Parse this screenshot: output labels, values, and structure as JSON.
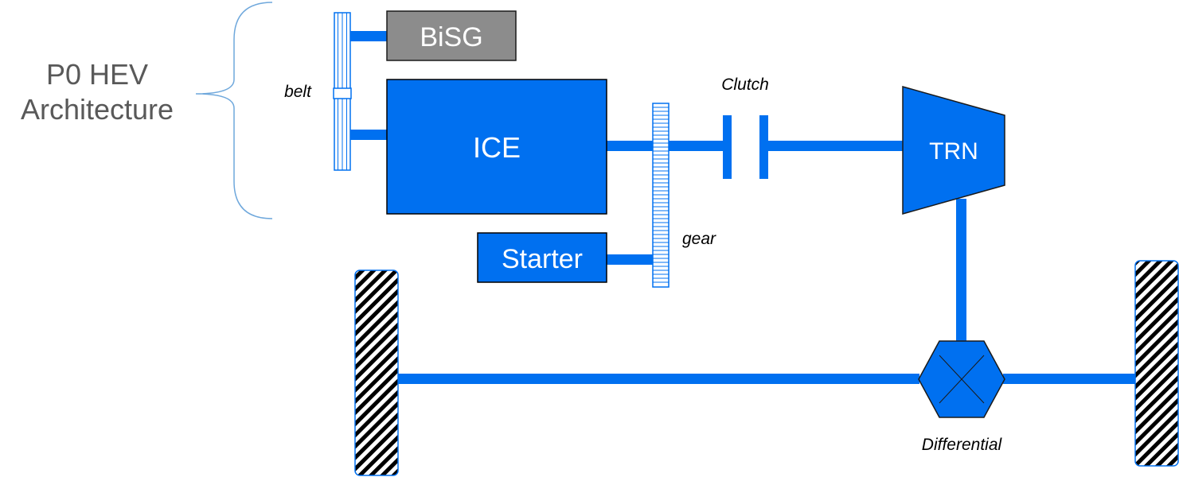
{
  "title": {
    "line1": "P0 HEV",
    "line2": "Architecture"
  },
  "components": {
    "bisg": "BiSG",
    "ice": "ICE",
    "starter": "Starter",
    "transmission": "TRN"
  },
  "captions": {
    "belt": "belt",
    "gear": "gear",
    "clutch": "Clutch",
    "differential": "Differential"
  },
  "colors": {
    "shaft_blue": "#0070f0",
    "box_blue": "#0070f0",
    "bisg_gray": "#8c8c8c",
    "title_gray": "#595959",
    "brace_blue": "#6fa8dc"
  }
}
